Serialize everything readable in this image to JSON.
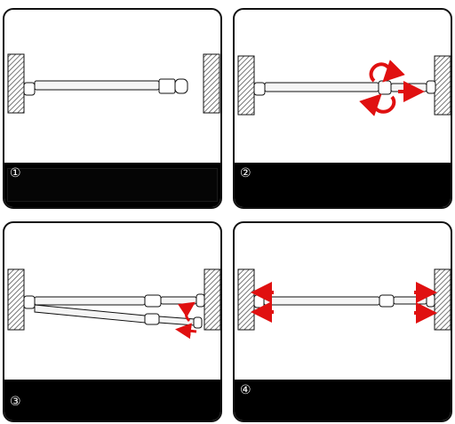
{
  "panels": [
    {
      "step": "①"
    },
    {
      "step": "②"
    },
    {
      "step": "③"
    },
    {
      "step": "④"
    }
  ],
  "colors": {
    "arrow": "#e01010",
    "frame": "#111111",
    "footer": "#000000",
    "hatch": "#666666"
  }
}
